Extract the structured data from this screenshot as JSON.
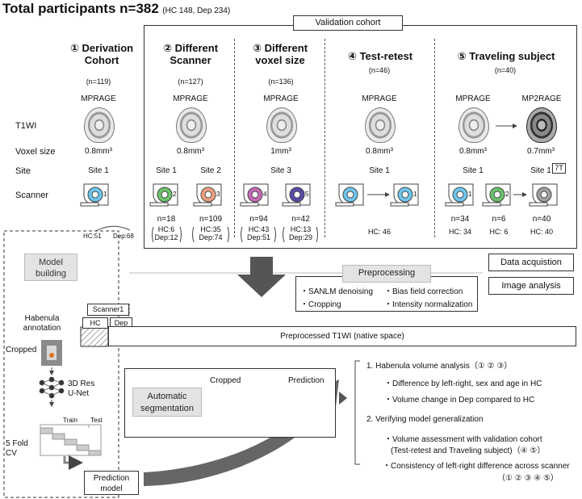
{
  "header": {
    "title": "Total participants n=382",
    "subtitle": "(HC 148, Dep 234)"
  },
  "validation_label": "Validation cohort",
  "row_labels": {
    "t1wi": "T1WI",
    "voxel": "Voxel size",
    "site": "Site",
    "scanner": "Scanner"
  },
  "cohorts": {
    "c1": {
      "num": "①",
      "title1": "Derivation",
      "title2": "Cohort",
      "n": "(n=119)",
      "seq": "MPRAGE",
      "voxel": "0.8mm³",
      "site": "Site 1",
      "hc": "HC:51",
      "dep": "Dep:68"
    },
    "c2": {
      "num": "②",
      "title1": "Different",
      "title2": "Scanner",
      "n": "(n=127)",
      "seq": "MPRAGE",
      "voxel": "0.8mm³",
      "site_a": "Site 1",
      "site_b": "Site 2",
      "n_a": "n=18",
      "n_b": "n=109",
      "hc_a": "HC:6",
      "dep_a": "Dep:12",
      "hc_b": "HC:35",
      "dep_b": "Dep:74"
    },
    "c3": {
      "num": "③",
      "title1": "Different",
      "title2": "voxel size",
      "n": "(n=136)",
      "seq": "MPRAGE",
      "voxel": "1mm³",
      "site": "Site 3",
      "n_a": "n=94",
      "n_b": "n=42",
      "hc_a": "HC:43",
      "dep_a": "Dep:51",
      "hc_b": "HC:13",
      "dep_b": "Dep:29"
    },
    "c4": {
      "num": "④",
      "title1": "Test-retest",
      "n": "(n=46)",
      "seq": "MPRAGE",
      "voxel": "0.8mm³",
      "site": "Site 1",
      "hc": "HC: 46"
    },
    "c5": {
      "num": "⑤",
      "title1": "Traveling subject",
      "n": "(n=40)",
      "seq_a": "MPRAGE",
      "seq_b": "MP2RAGE",
      "voxel_a": "0.8mm³",
      "voxel_b": "0.7mm³",
      "site_a": "Site 1",
      "site_b": "Site 1",
      "tag_7t": "7T",
      "n_a": "n=34",
      "n_b": "n=6",
      "n_c": "n=40",
      "hc_a": "HC: 34",
      "hc_b": "HC: 6",
      "hc_c": "HC: 40"
    }
  },
  "scanner_nums": [
    "1",
    "2",
    "3",
    "4",
    "5",
    "1",
    "1",
    "2"
  ],
  "model_building": "Model building",
  "preprocessing": {
    "title": "Preprocessing",
    "items": [
      "・SANLM denoising",
      "・Bias field correction",
      "・Cropping",
      "・Intensity normalization"
    ]
  },
  "data_acquisition": "Data acquistion",
  "image_analysis": "Image analysis",
  "scanner1": "Scanner1",
  "hc_tag": "HC",
  "dep_tag": "Dep",
  "preprocessed": "Preprocessed T1WI (native space)",
  "left": {
    "annot1": "Habenula",
    "annot2": "annotation",
    "cropped": "Cropped",
    "net1": "3D Res",
    "net2": "U-Net",
    "train": "Train",
    "test": "Test",
    "fold1": "5 Fold",
    "fold2": "CV",
    "pred1": "Prediction",
    "pred2": "model"
  },
  "auto": {
    "label1": "Automatic",
    "label2": "segmentation",
    "cropped": "Cropped",
    "prediction": "Prediction"
  },
  "analysis": {
    "h1": "1. Habenula volume analysis（① ② ③）",
    "b1": "・Difference by left-right, sex and age in HC",
    "b2": "・Volume change in Dep compared to HC",
    "h2": "2. Verifying model generalization",
    "b3": "・Volume assessment with validation cohort",
    "b3b": "(Test-retest and Traveling subject)（④ ⑤）",
    "b4": "・Consistency of left-right difference across scanner",
    "b4b": "（① ② ③ ④ ⑤）"
  },
  "colors": {
    "blue": "#6ec6ee",
    "green": "#6cc26c",
    "salmon": "#f0a080",
    "magenta": "#c86ab8",
    "purple": "#5a4aa8",
    "gray": "#a0a0a0",
    "orange": "#e07020"
  }
}
